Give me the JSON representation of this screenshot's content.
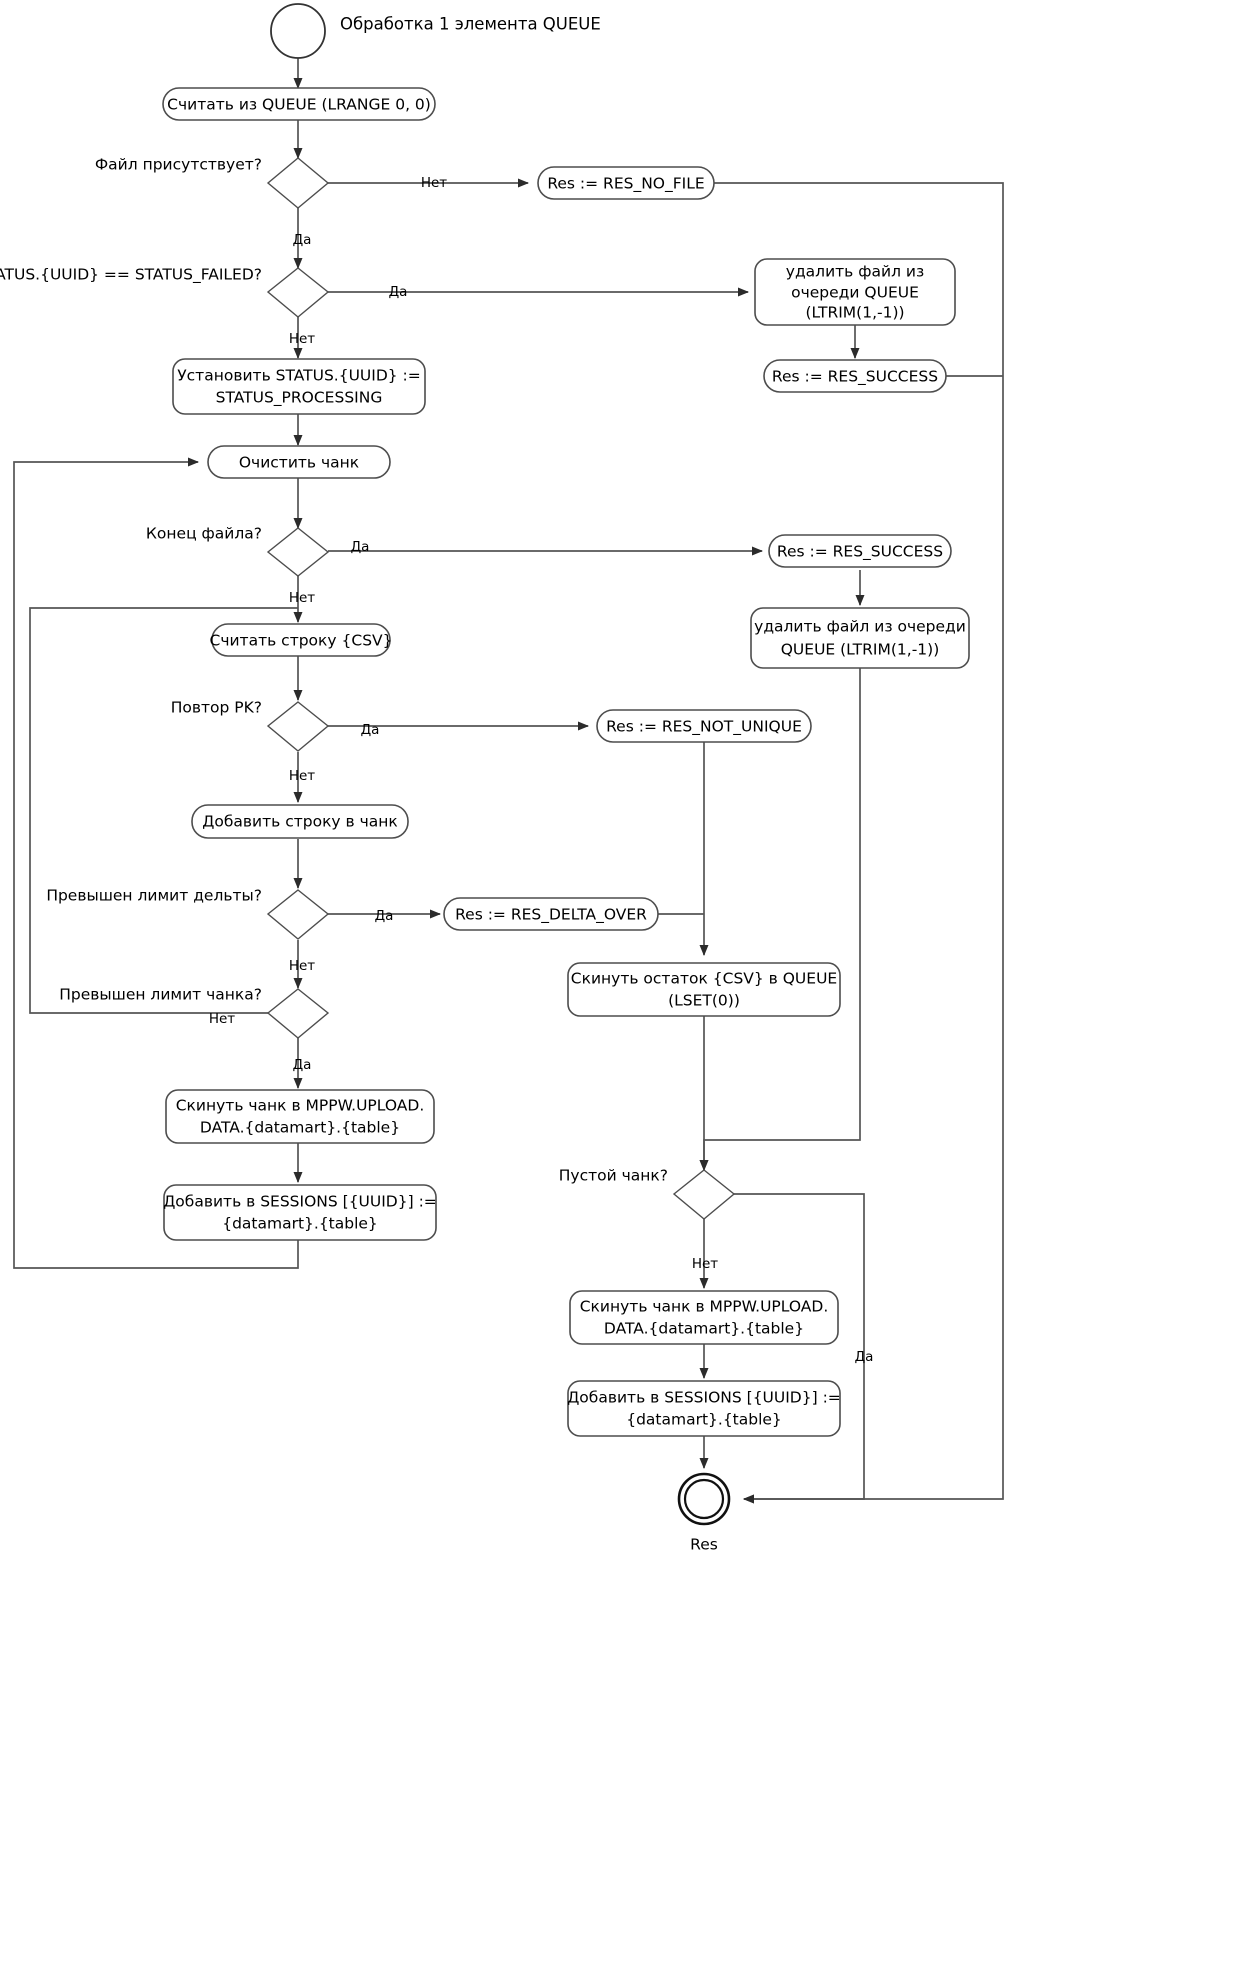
{
  "diagram": {
    "title": "Обработка 1 элемента QUEUE",
    "start_node": "start-circle",
    "end_caption": "Res",
    "labels": {
      "yes": "Да",
      "no": "Нет"
    },
    "colors": {
      "background": "#ffffff",
      "node_stroke": "#4d4d4d",
      "edge_stroke": "#555555",
      "text": "#000000"
    },
    "nodes": [
      {
        "id": "n-read-queue",
        "type": "process",
        "text": "Считать из QUEUE (LRANGE 0, 0)"
      },
      {
        "id": "n-file-exists",
        "type": "decision",
        "text": "Файл присутствует?"
      },
      {
        "id": "n-res-no-file",
        "type": "process",
        "text": "Res := RES_NO_FILE"
      },
      {
        "id": "n-status-failed",
        "type": "decision",
        "text": "STATUS.{UUID} == STATUS_FAILED?"
      },
      {
        "id": "n-del-queue-1-l1",
        "type": "process",
        "text": "удалить файл из"
      },
      {
        "id": "n-del-queue-1-l2",
        "type": "process",
        "text": "очереди QUEUE"
      },
      {
        "id": "n-del-queue-1-l3",
        "type": "process",
        "text": "(LTRIM(1,-1))"
      },
      {
        "id": "n-res-success-1",
        "type": "process",
        "text": "Res := RES_SUCCESS"
      },
      {
        "id": "n-set-status-l1",
        "type": "process",
        "text": "Установить STATUS.{UUID} :="
      },
      {
        "id": "n-set-status-l2",
        "type": "process",
        "text": "STATUS_PROCESSING"
      },
      {
        "id": "n-clear-chunk",
        "type": "process",
        "text": "Очистить чанк"
      },
      {
        "id": "n-eof",
        "type": "decision",
        "text": "Конец файла?"
      },
      {
        "id": "n-res-success-2",
        "type": "process",
        "text": "Res := RES_SUCCESS"
      },
      {
        "id": "n-del-queue-2-l1",
        "type": "process",
        "text": "удалить файл из очереди"
      },
      {
        "id": "n-del-queue-2-l2",
        "type": "process",
        "text": "QUEUE (LTRIM(1,-1))"
      },
      {
        "id": "n-read-csv",
        "type": "process",
        "text": "Считать строку {CSV}"
      },
      {
        "id": "n-dup-pk",
        "type": "decision",
        "text": "Повтор PK?"
      },
      {
        "id": "n-res-not-unique",
        "type": "process",
        "text": "Res := RES_NOT_UNIQUE"
      },
      {
        "id": "n-add-row",
        "type": "process",
        "text": "Добавить строку в чанк"
      },
      {
        "id": "n-delta-limit",
        "type": "decision",
        "text": "Превышен лимит дельты?"
      },
      {
        "id": "n-res-delta-over",
        "type": "process",
        "text": "Res := RES_DELTA_OVER"
      },
      {
        "id": "n-chunk-limit",
        "type": "decision",
        "text": "Превышен лимит чанка?"
      },
      {
        "id": "n-push-rest-l1",
        "type": "process",
        "text": "Скинуть остаток {CSV} в QUEUE"
      },
      {
        "id": "n-push-rest-l2",
        "type": "process",
        "text": "(LSET(0))"
      },
      {
        "id": "n-push-chunk-1-l1",
        "type": "process",
        "text": "Скинуть чанк в MPPW.UPLOAD."
      },
      {
        "id": "n-push-chunk-1-l2",
        "type": "process",
        "text": "DATA.{datamart}.{table}"
      },
      {
        "id": "n-sessions-1-l1",
        "type": "process",
        "text": "Добавить в SESSIONS [{UUID}] :="
      },
      {
        "id": "n-sessions-1-l2",
        "type": "process",
        "text": "{datamart}.{table}"
      },
      {
        "id": "n-empty-chunk",
        "type": "decision",
        "text": "Пустой чанк?"
      },
      {
        "id": "n-push-chunk-2-l1",
        "type": "process",
        "text": "Скинуть чанк в MPPW.UPLOAD."
      },
      {
        "id": "n-push-chunk-2-l2",
        "type": "process",
        "text": "DATA.{datamart}.{table}"
      },
      {
        "id": "n-sessions-2-l1",
        "type": "process",
        "text": "Добавить в SESSIONS [{UUID}] :="
      },
      {
        "id": "n-sessions-2-l2",
        "type": "process",
        "text": "{datamart}.{table}"
      }
    ],
    "edge_labels": [
      {
        "id": "el-file-exists-no",
        "text": "Нет"
      },
      {
        "id": "el-file-exists-yes",
        "text": "Да"
      },
      {
        "id": "el-status-failed-yes",
        "text": "Да"
      },
      {
        "id": "el-status-failed-no",
        "text": "Нет"
      },
      {
        "id": "el-eof-yes",
        "text": "Да"
      },
      {
        "id": "el-eof-no",
        "text": "Нет"
      },
      {
        "id": "el-dup-pk-yes",
        "text": "Да"
      },
      {
        "id": "el-dup-pk-no",
        "text": "Нет"
      },
      {
        "id": "el-delta-yes",
        "text": "Да"
      },
      {
        "id": "el-delta-no",
        "text": "Нет"
      },
      {
        "id": "el-chunk-no",
        "text": "Нет"
      },
      {
        "id": "el-chunk-yes",
        "text": "Да"
      },
      {
        "id": "el-empty-no",
        "text": "Нет"
      },
      {
        "id": "el-empty-yes",
        "text": "Да"
      }
    ]
  }
}
